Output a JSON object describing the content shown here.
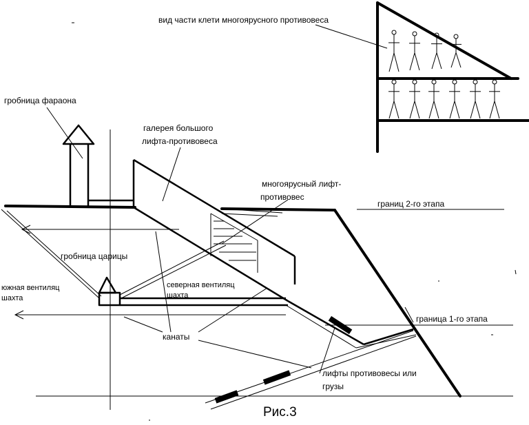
{
  "labels": {
    "pharaoh_tomb": "гробница фараона",
    "gallery": "галерея большого",
    "gallery_2": "лифта-противовеса",
    "multitier_lift": "многоярусный лифт-",
    "multitier_lift_2": "противовес",
    "cage_view": "вид части клети многоярусного противовеса",
    "stage2_border": "границ 2-го этапа",
    "stage1_border": "граница 1-го этапа",
    "queen_tomb": "гробница царицы",
    "south_vent": "южная вентиляц",
    "south_vent_2": "шахта",
    "north_vent": "северная вентиляц",
    "north_vent_2": "шахта",
    "ropes": "канаты",
    "lifts_counterweights": "лифты противовесы или",
    "lifts_counterweights_2": "грузы",
    "figure_caption": "Рис.3"
  }
}
